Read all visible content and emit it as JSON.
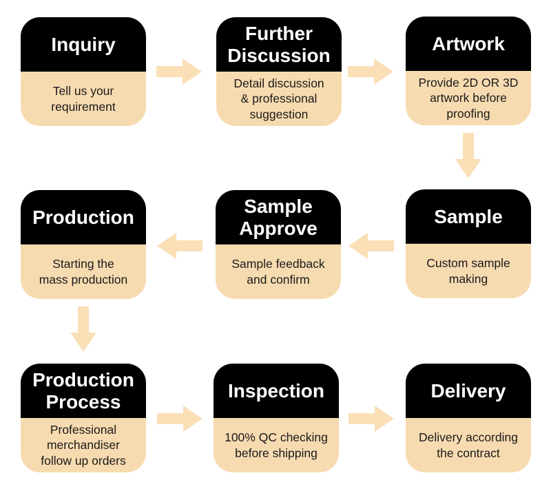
{
  "colors": {
    "background": "#ffffff",
    "card_top_bg": "#000000",
    "card_bottom_bg": "#f7dbb0",
    "arrow": "#fadfb7",
    "title_text": "#ffffff",
    "body_text": "#1a1a1a"
  },
  "flow": {
    "steps": [
      {
        "title": "Inquiry",
        "description": "Tell us your\nrequirement"
      },
      {
        "title": "Further\nDiscussion",
        "description": "Detail discussion\n& professional\nsuggestion"
      },
      {
        "title": "Artwork",
        "description": "Provide 2D OR 3D\nartwork before\nproofing"
      },
      {
        "title": "Sample",
        "description": "Custom sample\nmaking"
      },
      {
        "title": "Sample\nApprove",
        "description": "Sample feedback\nand confirm"
      },
      {
        "title": "Production",
        "description": "Starting the\nmass production"
      },
      {
        "title": "Production\nProcess",
        "description": "Professional\nmerchandiser\nfollow up orders"
      },
      {
        "title": "Inspection",
        "description": "100% QC checking\nbefore shipping"
      },
      {
        "title": "Delivery",
        "description": "Delivery according\nthe contract"
      }
    ]
  }
}
